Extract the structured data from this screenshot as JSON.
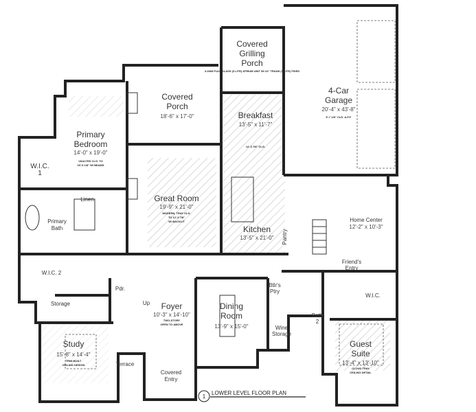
{
  "plan_title": "LOWER LEVEL FLOOR PLAN",
  "plan_number": "1",
  "rooms": {
    "grilling_porch": {
      "name": [
        "Covered",
        "Grilling",
        "Porch"
      ],
      "note": "3-3068 FULL GLASS (3 LITE) ATRIUM UNIT W/ 24\" TRANS (3-LITE) FIXED"
    },
    "garage": {
      "name": [
        "4-Car",
        "Garage"
      ],
      "dims": "20'-4\" x 43'-8\"",
      "note": "9'-7 1/8\" CLG. A.F.F."
    },
    "covered_porch": {
      "name": [
        "Covered",
        "Porch"
      ],
      "dims": "18'-6\" x 17'-0\""
    },
    "breakfast": {
      "name": "Breakfast",
      "dims": "13'-5\" x 11'-7\"",
      "note": "12'-3 7/8\" CLG."
    },
    "primary_bedroom": {
      "name": [
        "Primary",
        "Bedroom"
      ],
      "dims": "14'-0\" x 19'-0\"",
      "note": [
        "VAULTED CLG. TO",
        "15'-9 1/8\" W/ BEAMS"
      ]
    },
    "wic1": {
      "name": [
        "W.I.C.",
        "1"
      ]
    },
    "great_room": {
      "name": "Great Room",
      "dims": "19'-9\" x 21'-0\"",
      "note": [
        "MODERN, TRAY CLG.",
        "TO 12'-3 7/8\"",
        "W/ BACKLIT"
      ]
    },
    "kitchen": {
      "name": "Kitchen",
      "dims": "13'-5\" x 21'-0\""
    },
    "linen": {
      "name": "Linen"
    },
    "primary_bath": {
      "name": [
        "Primary",
        "Bath"
      ]
    },
    "wic2": {
      "name": "W.I.C. 2"
    },
    "pantry": {
      "name": "Pantry"
    },
    "home_center": {
      "name": "Home Center",
      "dims": "12'-2\" x 10'-3\""
    },
    "friends_entry": {
      "name": [
        "Friend's",
        "Entry"
      ]
    },
    "storage": {
      "name": "Storage"
    },
    "pdr": {
      "name": "Pdr."
    },
    "up": {
      "name": "Up"
    },
    "foyer": {
      "name": "Foyer",
      "dims": "10'-3\" x 14'-10\"",
      "note": [
        "TWO-STORY",
        "OPEN TO ABOVE"
      ]
    },
    "dining": {
      "name": [
        "Dining",
        "Room"
      ],
      "dims": "13'-9\" x 15'-0\""
    },
    "butlers_pantry": {
      "name": [
        "Btlr's",
        "Ptry"
      ]
    },
    "wine": {
      "name": [
        "Wine",
        "Storage"
      ]
    },
    "bath2": {
      "name": [
        "Bath",
        "2"
      ]
    },
    "wic": {
      "name": "W.I.C."
    },
    "guest_suite": {
      "name": [
        "Guest",
        "Suite"
      ],
      "dims": "13'-4\" x 13'-10\"",
      "note": [
        "CLOUD TRAY",
        "CEILING DETAIL"
      ]
    },
    "study": {
      "name": "Study",
      "dims": "15'-8\" x 14'-4\"",
      "note": [
        "TRIM-BUILT",
        "CEILING DESIGN"
      ]
    },
    "terrace": {
      "name": "Terrace"
    },
    "covered_entry": {
      "name": [
        "Covered",
        "Entry"
      ]
    }
  }
}
